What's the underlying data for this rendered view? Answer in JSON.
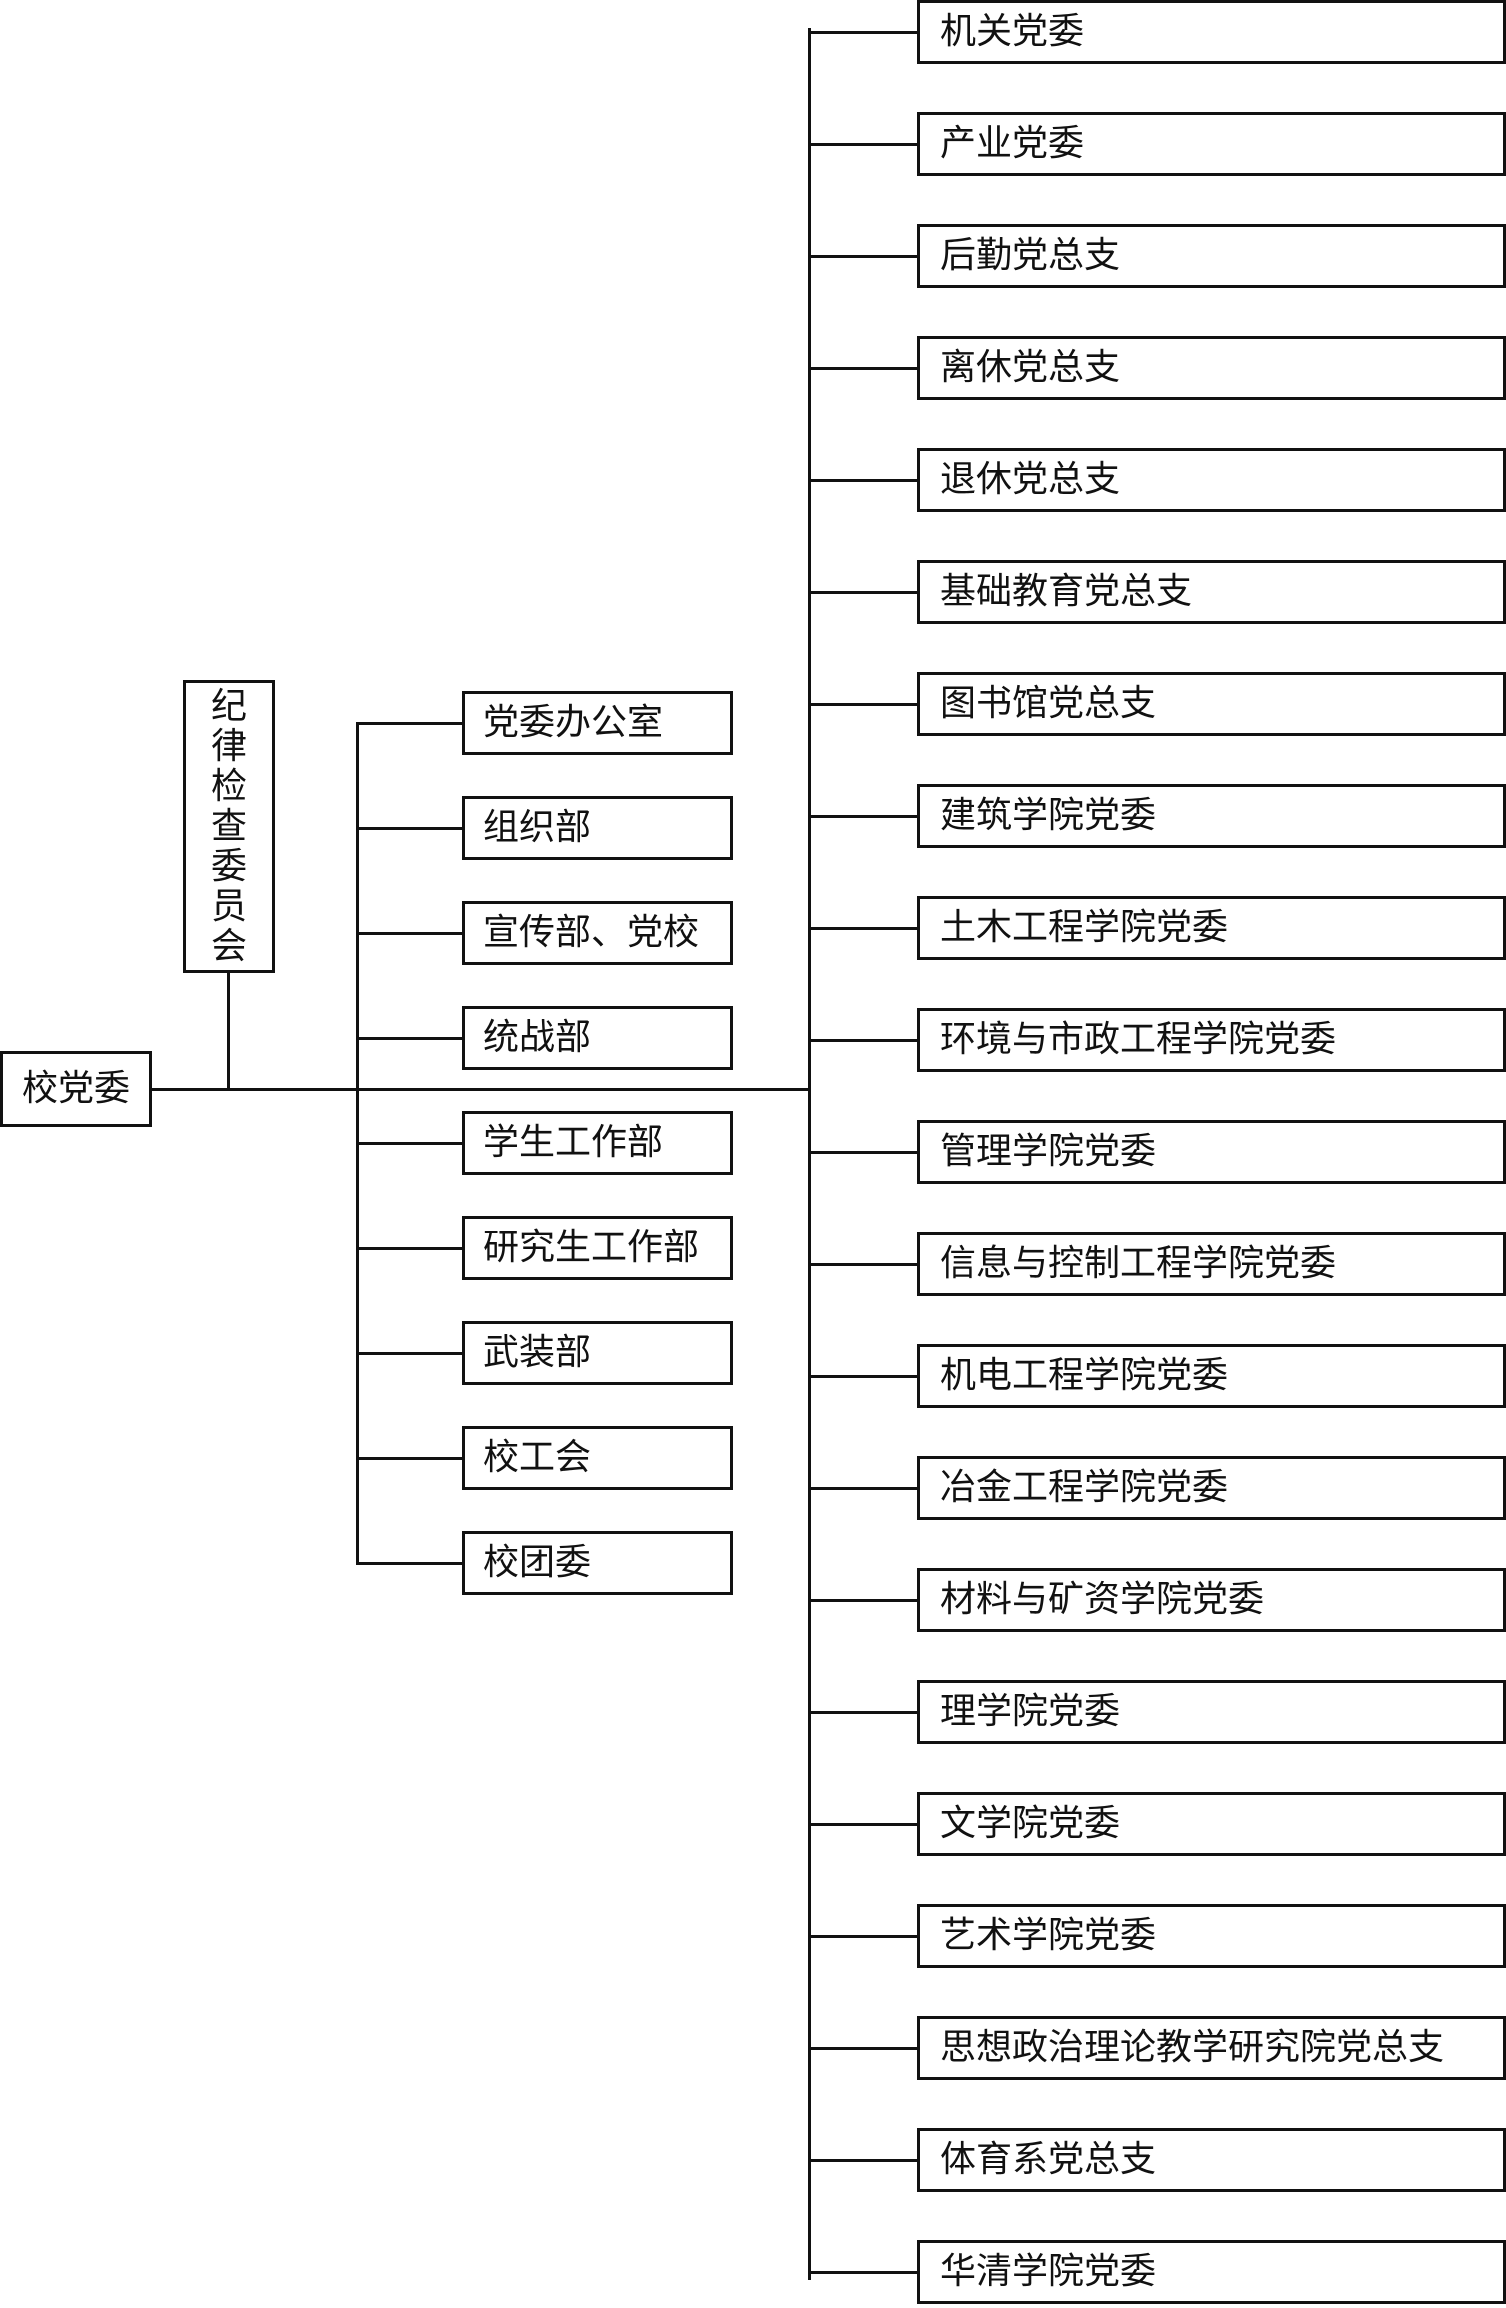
{
  "root": {
    "label": "校党委"
  },
  "discipline_committee": {
    "label": "纪律检查委员会"
  },
  "departments": [
    {
      "label": "党委办公室"
    },
    {
      "label": "组织部"
    },
    {
      "label": "宣传部、党校"
    },
    {
      "label": "统战部"
    },
    {
      "label": "学生工作部"
    },
    {
      "label": "研究生工作部"
    },
    {
      "label": "武装部"
    },
    {
      "label": "校工会"
    },
    {
      "label": "校团委"
    }
  ],
  "party_committees": [
    {
      "label": "机关党委"
    },
    {
      "label": "产业党委"
    },
    {
      "label": "后勤党总支"
    },
    {
      "label": "离休党总支"
    },
    {
      "label": "退休党总支"
    },
    {
      "label": "基础教育党总支"
    },
    {
      "label": "图书馆党总支"
    },
    {
      "label": "建筑学院党委"
    },
    {
      "label": "土木工程学院党委"
    },
    {
      "label": "环境与市政工程学院党委"
    },
    {
      "label": "管理学院党委"
    },
    {
      "label": "信息与控制工程学院党委"
    },
    {
      "label": "机电工程学院党委"
    },
    {
      "label": "冶金工程学院党委"
    },
    {
      "label": "材料与矿资学院党委"
    },
    {
      "label": "理学院党委"
    },
    {
      "label": "文学院党委"
    },
    {
      "label": "艺术学院党委"
    },
    {
      "label": "思想政治理论教学研究院党总支"
    },
    {
      "label": "体育系党总支"
    },
    {
      "label": "华清学院党委"
    }
  ]
}
